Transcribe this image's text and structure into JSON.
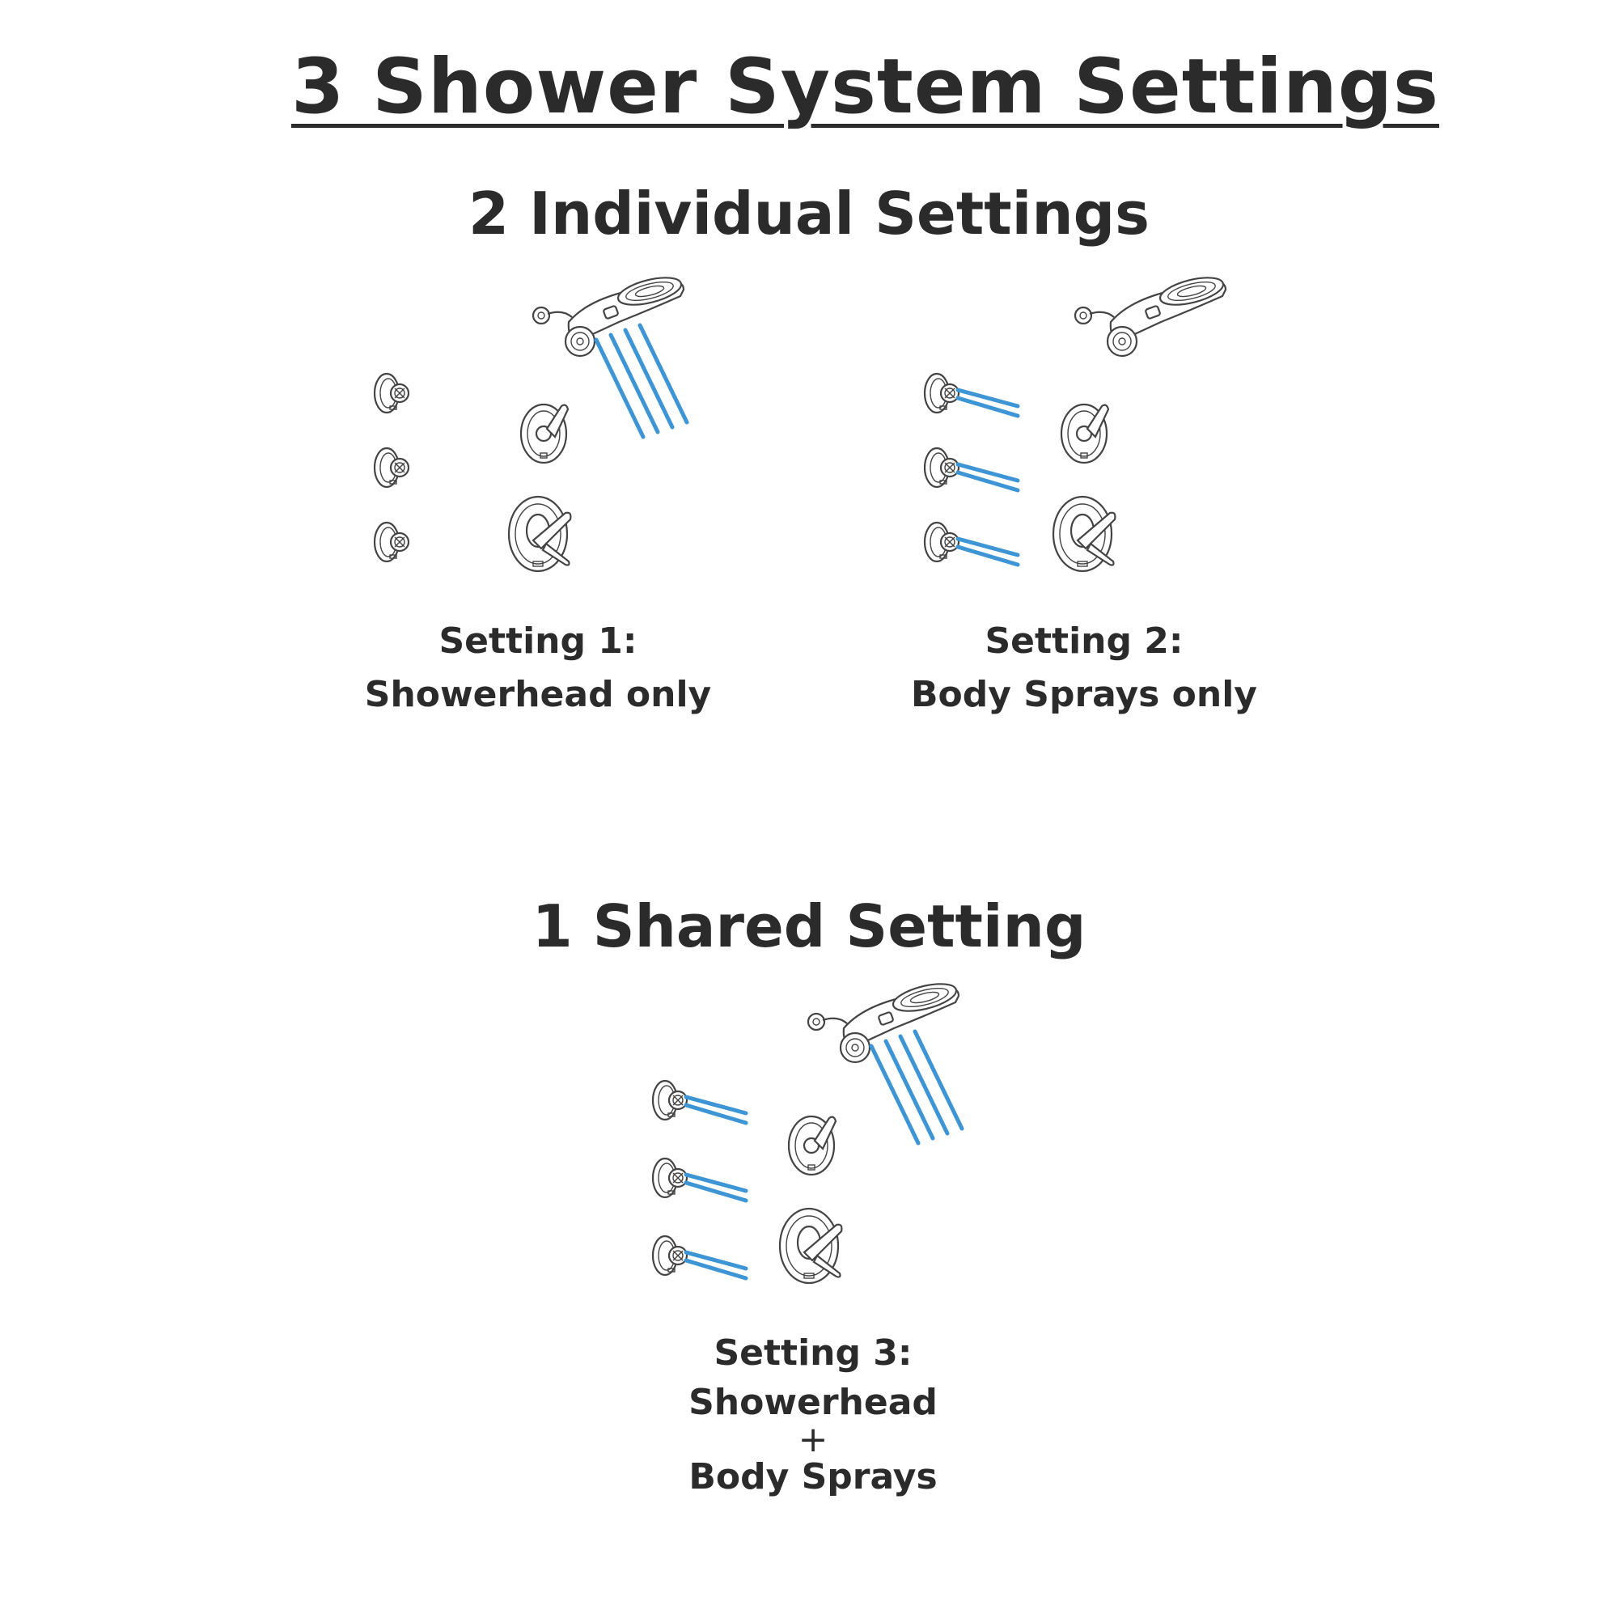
{
  "title": "3 Shower System Settings",
  "sections": {
    "individual": {
      "heading": "2 Individual Settings"
    },
    "shared": {
      "heading": "1 Shared Setting"
    }
  },
  "settings": [
    {
      "label": "Setting 1:",
      "description": [
        "Showerhead only"
      ],
      "showerhead_active": true,
      "body_sprays_active": false
    },
    {
      "label": "Setting 2:",
      "description": [
        "Body Sprays only"
      ],
      "showerhead_active": false,
      "body_sprays_active": true
    },
    {
      "label": "Setting 3:",
      "description": [
        "Showerhead",
        "+",
        "Body Sprays"
      ],
      "showerhead_active": true,
      "body_sprays_active": true
    }
  ],
  "colors": {
    "text": "#2b2b2b",
    "spray": "#3e95d5",
    "fixture_outline": "#444444"
  },
  "icons": {
    "showerhead": "showerhead-icon",
    "body_spray": "body-spray-icon",
    "diverter_valve": "diverter-valve-icon",
    "thermostatic_valve": "thermostatic-valve-icon"
  }
}
